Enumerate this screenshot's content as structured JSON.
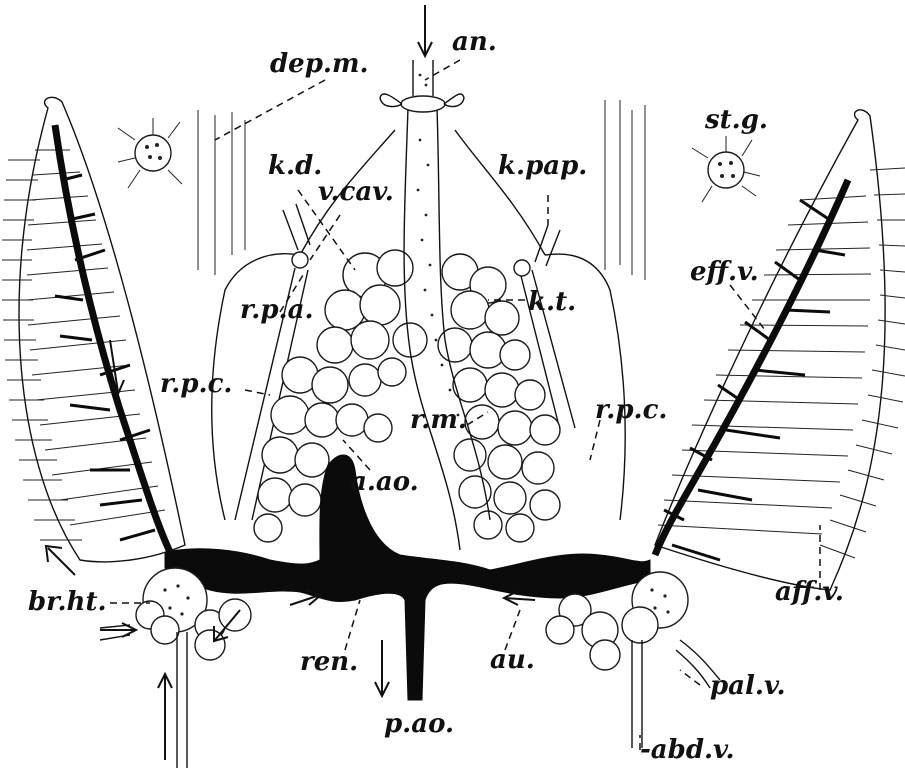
{
  "labels": {
    "an_top": "an.",
    "dep_m": "dep.m.",
    "st_g": "st.g.",
    "k_d": "k.d.",
    "v_cav": "v.cav.",
    "k_pap": "k.pap.",
    "eff_v": "eff.v.",
    "r_p_a": "r.p.a.",
    "k_t": "k.t.",
    "r_p_c_left": "r.p.c.",
    "r_p_c_right": "r.p.c.",
    "r_m": "r.m.",
    "a_ao": "a.ao.",
    "br_ht": "br.ht.",
    "aff_v": "aff.v.",
    "au": "au.",
    "ren": "ren.",
    "pal_v": "pal.v.",
    "p_ao": "p.ao.",
    "abd_v": "-abd.v."
  }
}
